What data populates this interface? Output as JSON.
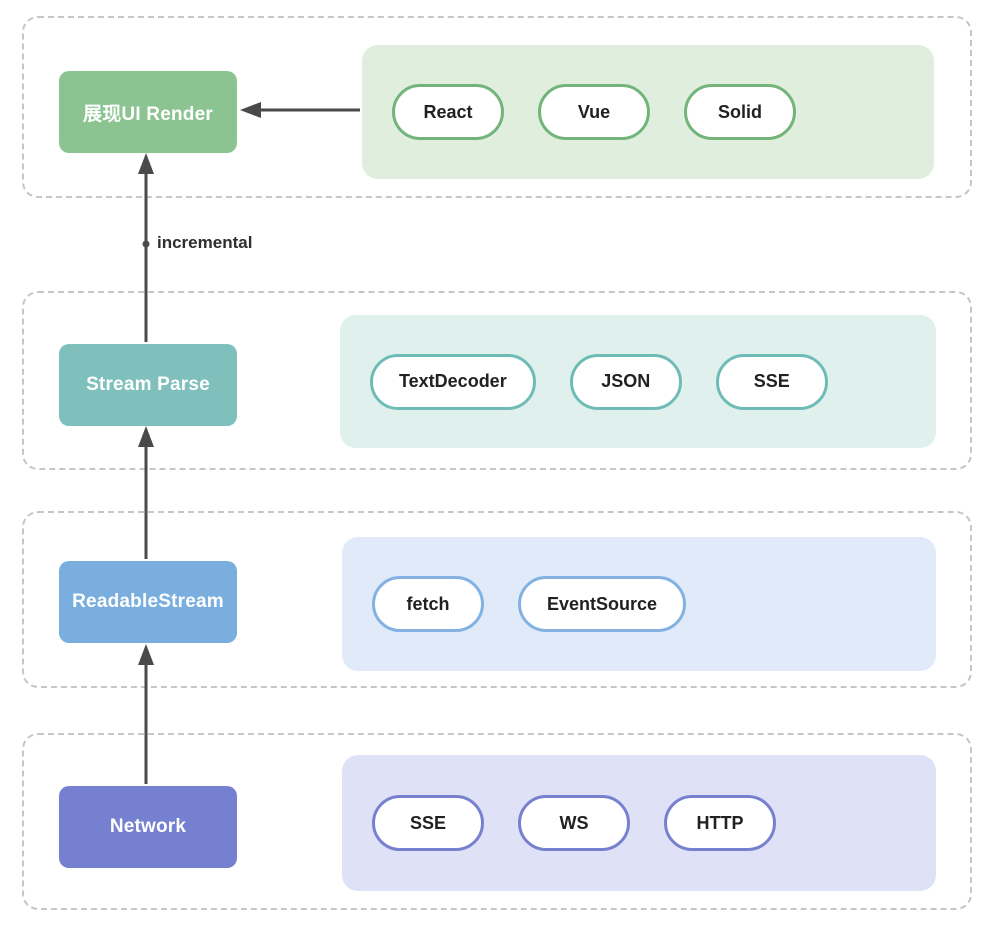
{
  "diagram": {
    "edge_label": "incremental",
    "arrow_color": "#4a4a4a",
    "frame_border_color": "#c6c6c6",
    "layers": [
      {
        "id": "ui",
        "node": "展现UI Render",
        "node_color": "#8bc491",
        "panel_color": "#e0eede",
        "pill_border_color": "#72b479",
        "pills": [
          "React",
          "Vue",
          "Solid"
        ]
      },
      {
        "id": "parse",
        "node": "Stream Parse",
        "node_color": "#7fc0bc",
        "panel_color": "#dff0ed",
        "pill_border_color": "#6fbcb6",
        "pills": [
          "TextDecoder",
          "JSON",
          "SSE"
        ]
      },
      {
        "id": "stream",
        "node": "ReadableStream",
        "node_color": "#7aaede",
        "panel_color": "#e0eaf8",
        "pill_border_color": "#82b1e2",
        "pills": [
          "fetch",
          "EventSource"
        ]
      },
      {
        "id": "network",
        "node": "Network",
        "node_color": "#7580d0",
        "panel_color": "#dfe2f6",
        "pill_border_color": "#7680cf",
        "pills": [
          "SSE",
          "WS",
          "HTTP"
        ]
      }
    ]
  }
}
